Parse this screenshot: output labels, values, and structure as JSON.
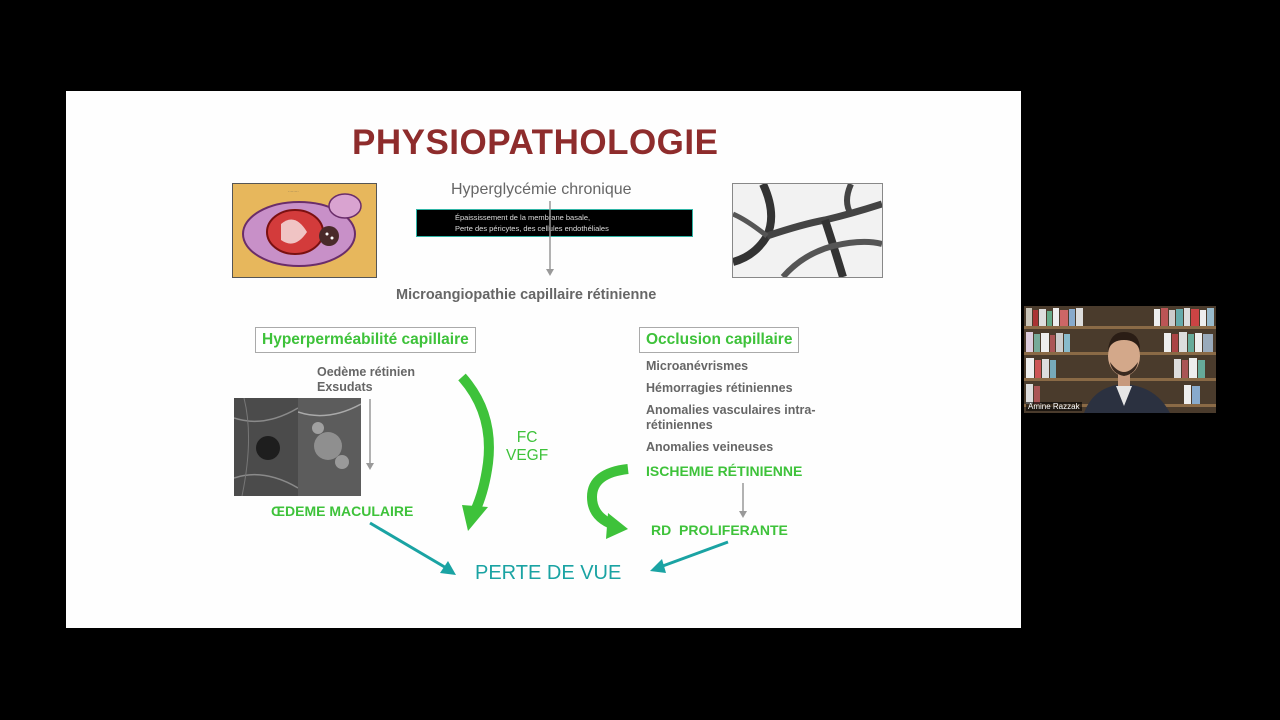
{
  "slide": {
    "title": "PHYSIOPATHOLOGIE",
    "top_cause": "Hyperglycémie chronique",
    "black_box_lines": [
      "Épaississement de la membrane basale,",
      "Perte des péricytes, des cellules endothéliales"
    ],
    "microangio": "Microangiopathie capillaire rétinienne",
    "left_box": "Hyperperméabilité capillaire",
    "left_items": [
      "Oedème rétinien",
      "Exsudats"
    ],
    "left_result": "ŒDEME MACULAIRE",
    "fc": "FC",
    "vegf": "VEGF",
    "right_box": "Occlusion capillaire",
    "right_items": [
      "Microanévrismes",
      "Hémorragies rétiniennes",
      "Anomalies vasculaires intra-rétiniennes",
      "Anomalies veineuses"
    ],
    "right_items_display": [
      "Microanévrismes",
      "Hémorragies rétiniennes",
      "Anomalies vasculaires intra-",
      "rétiniennes",
      "Anomalies veineuses"
    ],
    "ischemie": "ISCHEMIE RÉTINIENNE",
    "rd": "RD  PROLIFERANTE",
    "final": "PERTE DE VUE"
  },
  "webcam": {
    "participant_name": "Amine Razzak"
  },
  "colors": {
    "title": "#8e2c2c",
    "green": "#3ec23a",
    "teal": "#1aa3a3",
    "gray": "#666666"
  }
}
